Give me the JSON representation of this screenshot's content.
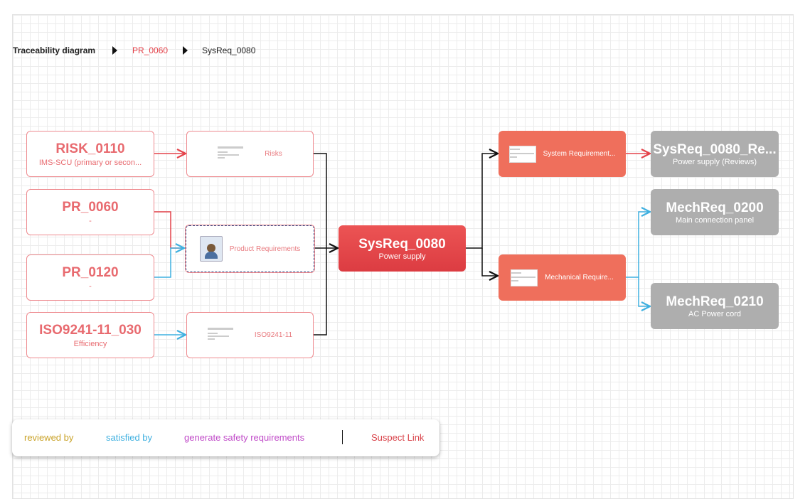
{
  "breadcrumb": {
    "root": "Traceability diagram",
    "items": [
      "PR_0060",
      "SysReq_0080"
    ]
  },
  "colors": {
    "accent": "#e4424a",
    "reviewed": "#c9a227",
    "satisfied": "#3fb0e0",
    "safety": "#c04bc8",
    "suspect": "#d9434a"
  },
  "sources": [
    {
      "title": "RISK_0110",
      "subtitle": "IMS-SCU (primary or secon..."
    },
    {
      "title": "PR_0060",
      "subtitle": "-"
    },
    {
      "title": "PR_0120",
      "subtitle": "-"
    },
    {
      "title": "ISO9241-11_030",
      "subtitle": "Efficiency"
    }
  ],
  "groups_in": [
    "Risks",
    "Product Requirements",
    "ISO9241-11"
  ],
  "center": {
    "title": "SysReq_0080",
    "subtitle": "Power supply"
  },
  "groups_out": [
    "System Requirement...",
    "Mechanical Require..."
  ],
  "targets": [
    {
      "title": "SysReq_0080_Re...",
      "subtitle": "Power supply (Reviews)"
    },
    {
      "title": "MechReq_0200",
      "subtitle": "Main connection panel"
    },
    {
      "title": "MechReq_0210",
      "subtitle": "AC Power cord"
    }
  ],
  "legend": {
    "reviewed": "reviewed by",
    "satisfied": "satisfied by",
    "safety": "generate safety requirements",
    "suspect": "Suspect Link"
  }
}
